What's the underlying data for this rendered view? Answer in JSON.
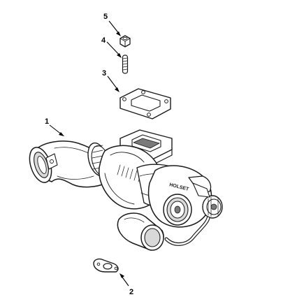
{
  "callouts": [
    {
      "number": "1",
      "part": "elbow"
    },
    {
      "number": "2",
      "part": "drain-gasket"
    },
    {
      "number": "3",
      "part": "flange-gasket"
    },
    {
      "number": "4",
      "part": "stud"
    },
    {
      "number": "5",
      "part": "nut"
    }
  ],
  "housing_lettering": "HOLSET",
  "colors": {
    "line": "#1a1a1a",
    "shade": "#d9d9d9",
    "background": "#ffffff"
  }
}
